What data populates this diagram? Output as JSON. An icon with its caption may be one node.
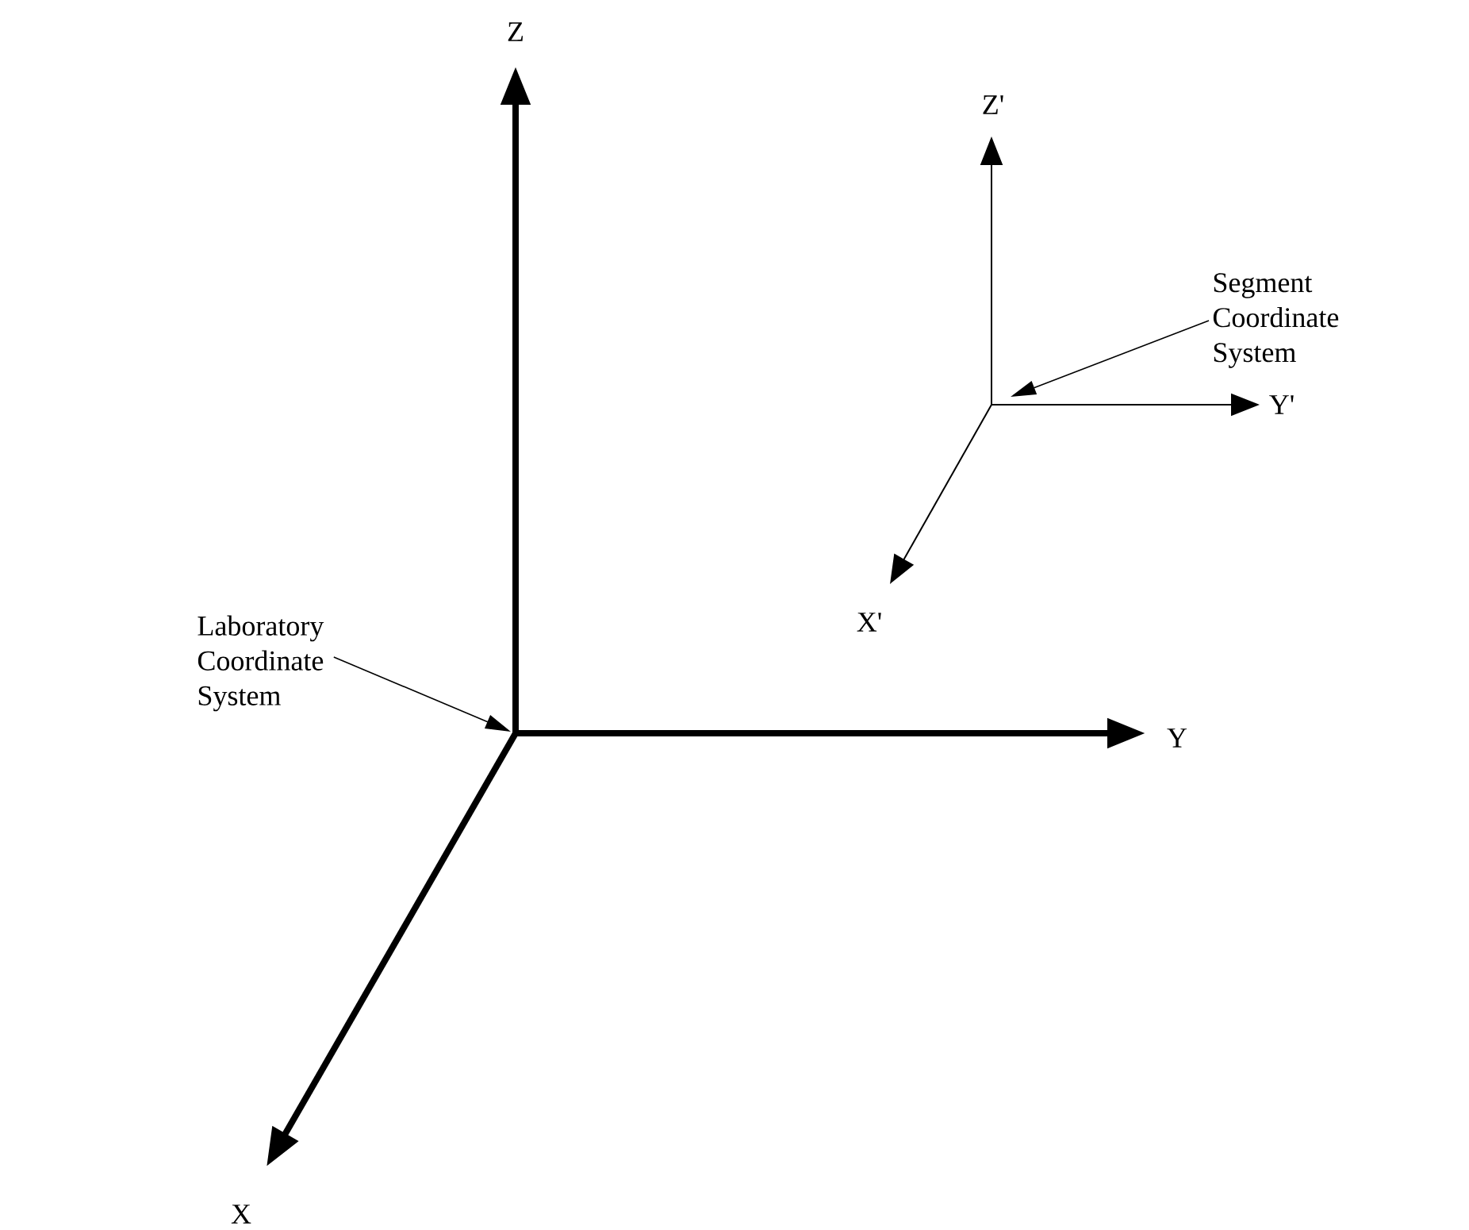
{
  "diagram": {
    "nodes": [
      {
        "text": [
          "Laboratory Coordinate System"
        ]
      },
      {
        "text": [
          "Segment Coordinate System"
        ]
      }
    ],
    "edges": [
      {
        "from": 0,
        "to": null,
        "arrow": "to"
      },
      {
        "from": 1,
        "to": null,
        "arrow": "to"
      }
    ],
    "labels": [
      "Z",
      "Z'",
      "Y'",
      "X'",
      "Y",
      "X"
    ]
  }
}
